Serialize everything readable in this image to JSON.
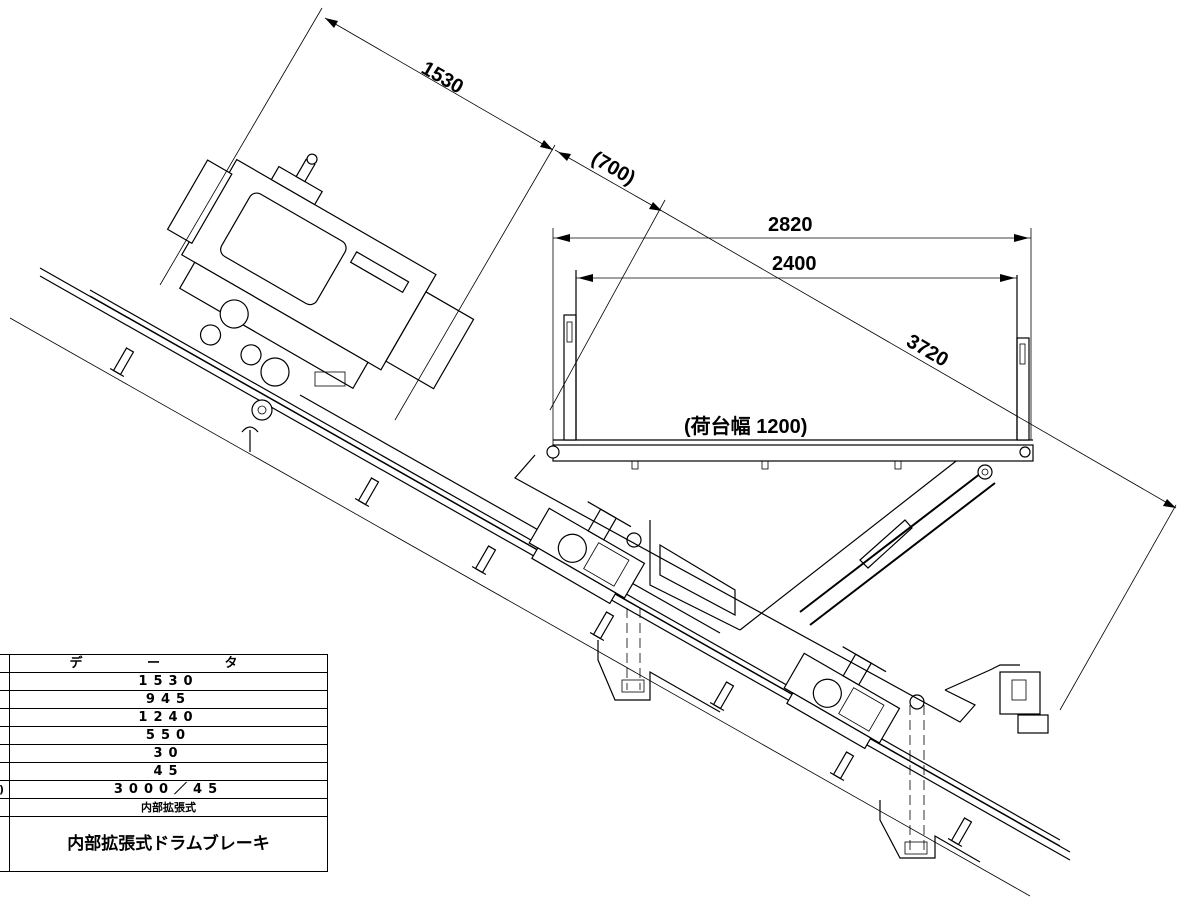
{
  "dimensions": {
    "d1530": "1530",
    "d700": "(700)",
    "d2820": "2820",
    "d2400": "2400",
    "d3720": "3720",
    "cargo_width": "(荷台幅 1200)"
  },
  "table": {
    "header": "デ ー タ",
    "rows": [
      {
        "label": "",
        "value": "1530"
      },
      {
        "label": "",
        "value": "945"
      },
      {
        "label": "",
        "value": "1240"
      },
      {
        "label": "",
        "value": "550"
      },
      {
        "label": "",
        "value": "30"
      },
      {
        "label": "",
        "value": "45"
      },
      {
        "label": ")",
        "value": "3000／45"
      },
      {
        "label": "",
        "value": "内部拡張式"
      },
      {
        "label": "",
        "value": "内部拡張式ドラムブレーキ"
      }
    ]
  }
}
